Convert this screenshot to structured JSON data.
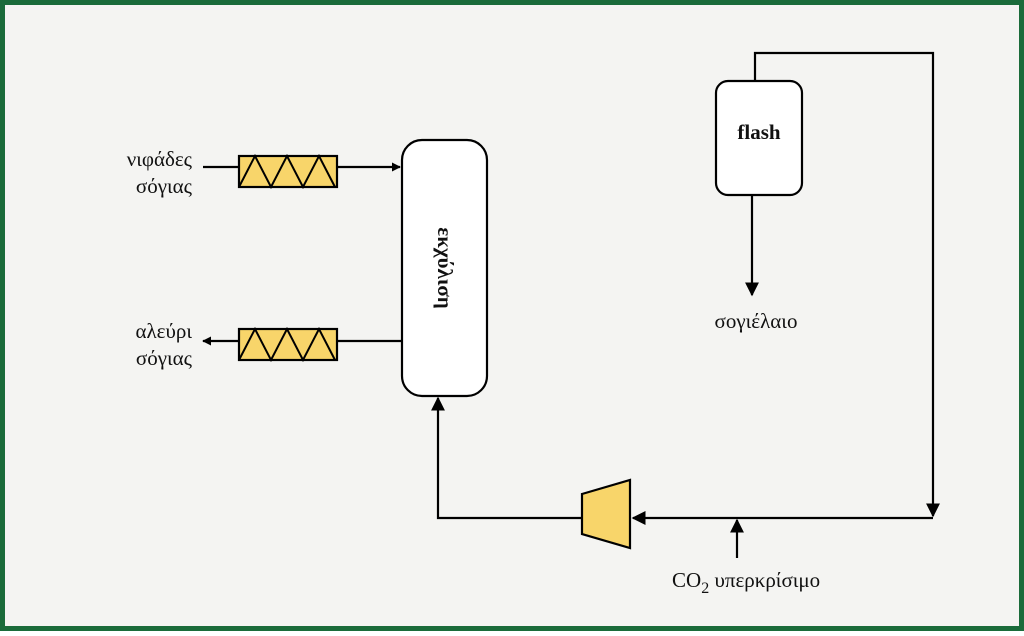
{
  "colors": {
    "border": "#1a6b3a",
    "background": "#f4f4f2",
    "equipment_fill": "#f8d56a"
  },
  "labels": {
    "soy_flakes_line1": "νιφάδες",
    "soy_flakes_line2": "σόγιας",
    "soy_meal_line1": "αλεύρι",
    "soy_meal_line2": "σόγιας",
    "extractor": "εκχύλιση",
    "flash": "flash",
    "soybean_oil": "σογιέλαιο",
    "co2_main": "CO",
    "co2_sub": "2",
    "co2_rest": " υπερκρίσιμο"
  }
}
